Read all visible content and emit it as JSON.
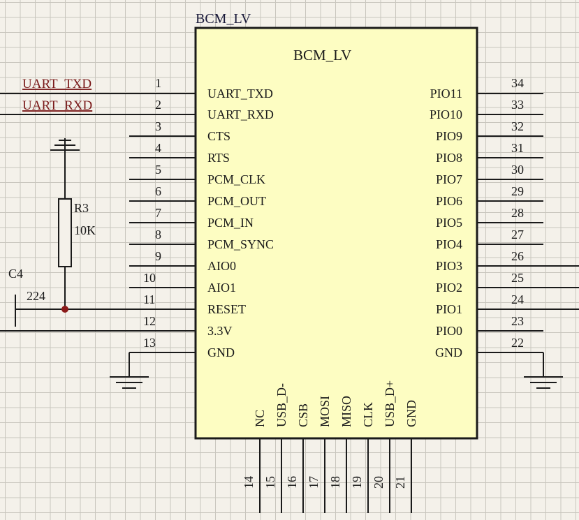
{
  "component": {
    "ref": "BCM_LV",
    "name": "BCM_LV",
    "body_color": "#fdfdc2",
    "left_pins": [
      {
        "num": "1",
        "name": "UART_TXD"
      },
      {
        "num": "2",
        "name": "UART_RXD"
      },
      {
        "num": "3",
        "name": "CTS"
      },
      {
        "num": "4",
        "name": "RTS"
      },
      {
        "num": "5",
        "name": "PCM_CLK"
      },
      {
        "num": "6",
        "name": "PCM_OUT"
      },
      {
        "num": "7",
        "name": "PCM_IN"
      },
      {
        "num": "8",
        "name": "PCM_SYNC"
      },
      {
        "num": "9",
        "name": "AIO0"
      },
      {
        "num": "10",
        "name": "AIO1"
      },
      {
        "num": "11",
        "name": "RESET"
      },
      {
        "num": "12",
        "name": "3.3V"
      },
      {
        "num": "13",
        "name": "GND"
      }
    ],
    "right_pins": [
      {
        "num": "34",
        "name": "PIO11"
      },
      {
        "num": "33",
        "name": "PIO10"
      },
      {
        "num": "32",
        "name": "PIO9"
      },
      {
        "num": "31",
        "name": "PIO8"
      },
      {
        "num": "30",
        "name": "PIO7"
      },
      {
        "num": "29",
        "name": "PIO6"
      },
      {
        "num": "28",
        "name": "PIO5"
      },
      {
        "num": "27",
        "name": "PIO4"
      },
      {
        "num": "26",
        "name": "PIO3"
      },
      {
        "num": "25",
        "name": "PIO2"
      },
      {
        "num": "24",
        "name": "PIO1"
      },
      {
        "num": "23",
        "name": "PIO0"
      },
      {
        "num": "22",
        "name": "GND"
      }
    ],
    "bottom_pins": [
      {
        "num": "14",
        "name": "NC"
      },
      {
        "num": "15",
        "name": "USB_D-"
      },
      {
        "num": "16",
        "name": "CSB"
      },
      {
        "num": "17",
        "name": "MOSI"
      },
      {
        "num": "18",
        "name": "MISO"
      },
      {
        "num": "19",
        "name": "CLK"
      },
      {
        "num": "20",
        "name": "USB_D+"
      },
      {
        "num": "21",
        "name": "GND"
      }
    ]
  },
  "nets": {
    "uart_txd": "UART_TXD",
    "uart_rxd": "UART_RXD"
  },
  "resistor": {
    "ref": "R3",
    "value": "10K"
  },
  "capacitor": {
    "ref": "C4",
    "value": "224"
  },
  "colors": {
    "wire": "#1a1a1a",
    "junction": "#8b1a1a",
    "net_label": "#7a1a1a"
  }
}
